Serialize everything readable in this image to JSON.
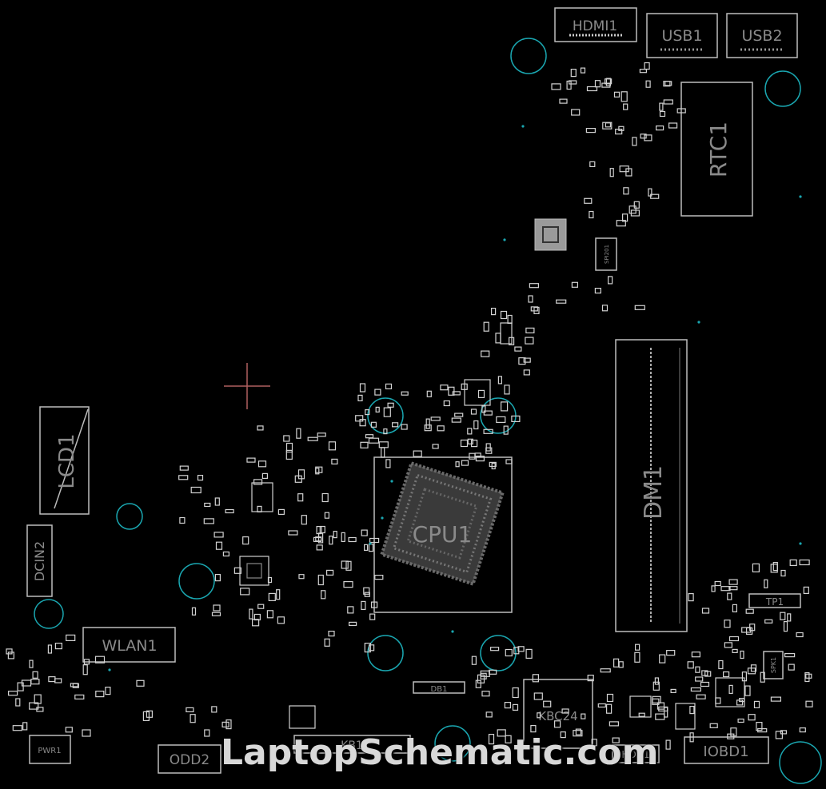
{
  "labels": {
    "hdmi": "HDMI1",
    "usb1": "USB1",
    "usb2": "USB2",
    "rtc": "RTC1",
    "spi": "SPI201",
    "lcd": "LCD1",
    "dcin": "DCIN2",
    "wlan": "WLAN1",
    "cpu": "CPU1",
    "dimm": "DM1",
    "tp": "TP1",
    "db": "DB1",
    "kbc": "KBC24",
    "spk": "SPK1",
    "pwr": "PWR1",
    "odd": "ODD2",
    "kb": "KB1",
    "hdd": "HDD1",
    "iobd": "IOBD1"
  },
  "watermark": "LaptopSchematic.com",
  "colors": {
    "background": "#000000",
    "silkscreen": "#bdbdbd",
    "mounting_hole": "#1aa6b0",
    "crosshair": "#b06060"
  }
}
